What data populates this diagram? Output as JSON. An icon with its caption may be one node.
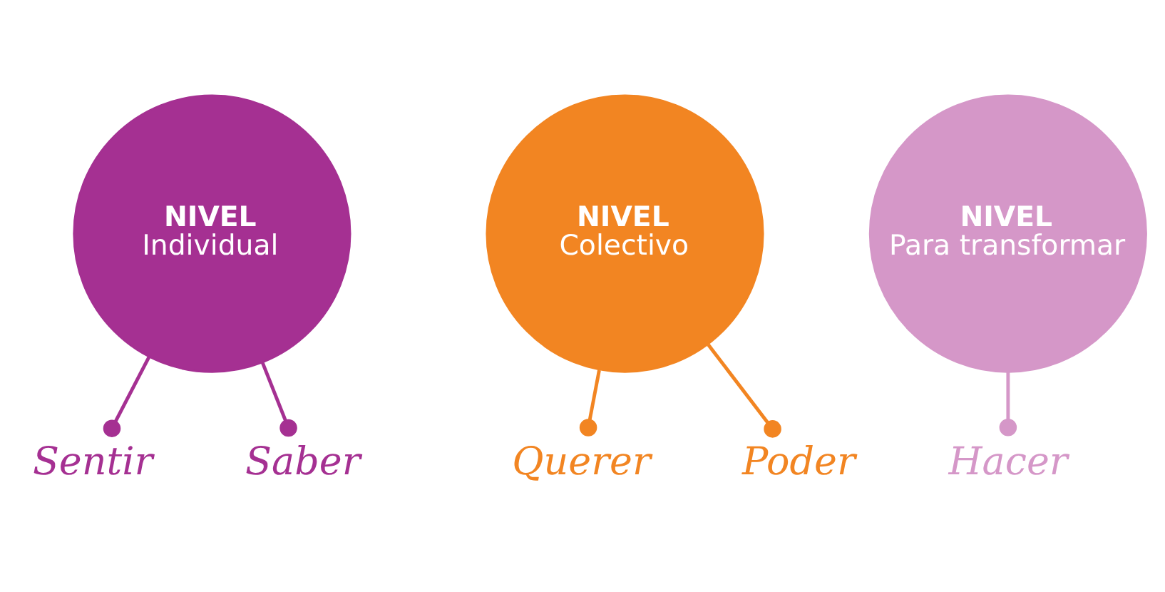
{
  "diagram": {
    "nodes": [
      {
        "text": [
          "NIVEL",
          "Individual"
        ]
      },
      {
        "text": [
          "Sentir"
        ]
      },
      {
        "text": [
          "Saber"
        ]
      },
      {
        "text": [
          "NIVEL",
          "Colectivo"
        ]
      },
      {
        "text": [
          "Querer"
        ]
      },
      {
        "text": [
          "Poder"
        ]
      },
      {
        "text": [
          "NIVEL",
          "Para transformar"
        ]
      },
      {
        "text": [
          "Hacer"
        ]
      }
    ],
    "edges": [
      {
        "from": 0,
        "to": 1,
        "arrow": "other",
        "color": "#a53092"
      },
      {
        "from": 0,
        "to": 2,
        "arrow": "other",
        "color": "#a53092"
      },
      {
        "from": 3,
        "to": 4,
        "arrow": "other",
        "color": "#f28522"
      },
      {
        "from": 3,
        "to": 5,
        "arrow": "other",
        "color": "#f28522"
      },
      {
        "from": 6,
        "to": 7,
        "arrow": "other",
        "color": "#d597c8"
      }
    ]
  }
}
